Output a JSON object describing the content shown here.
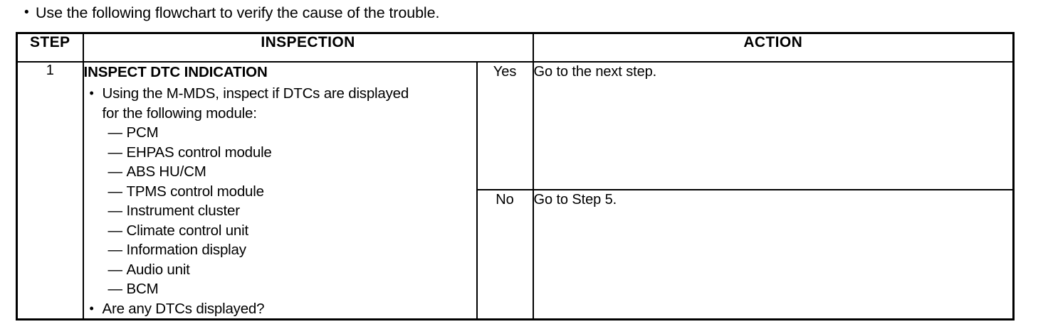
{
  "intro": {
    "bullet": "•",
    "text": "Use the following flowchart to verify the cause of the trouble."
  },
  "table": {
    "headers": {
      "step": "STEP",
      "inspection": "INSPECTION",
      "action": "ACTION"
    },
    "rows": [
      {
        "step": "1",
        "inspection": {
          "title": "INSPECT DTC INDICATION",
          "bullets": [
            {
              "mark": "•",
              "text": "Using the M-MDS, inspect if DTCs are displayed for the following module:",
              "dash_items": [
                {
                  "mark": "—",
                  "text": "PCM"
                },
                {
                  "mark": "—",
                  "text": "EHPAS control module"
                },
                {
                  "mark": "—",
                  "text": "ABS HU/CM"
                },
                {
                  "mark": "—",
                  "text": "TPMS control module"
                },
                {
                  "mark": "—",
                  "text": "Instrument cluster"
                },
                {
                  "mark": "—",
                  "text": "Climate control unit"
                },
                {
                  "mark": "—",
                  "text": "Information display"
                },
                {
                  "mark": "—",
                  "text": "Audio unit"
                },
                {
                  "mark": "—",
                  "text": "BCM"
                }
              ]
            },
            {
              "mark": "•",
              "text": "Are any DTCs displayed?",
              "dash_items": []
            }
          ]
        },
        "results": [
          {
            "answer": "Yes",
            "action": "Go to the next step."
          },
          {
            "answer": "No",
            "action": "Go to Step 5."
          }
        ]
      }
    ]
  },
  "colors": {
    "ink": "#000000",
    "paper": "#ffffff"
  }
}
